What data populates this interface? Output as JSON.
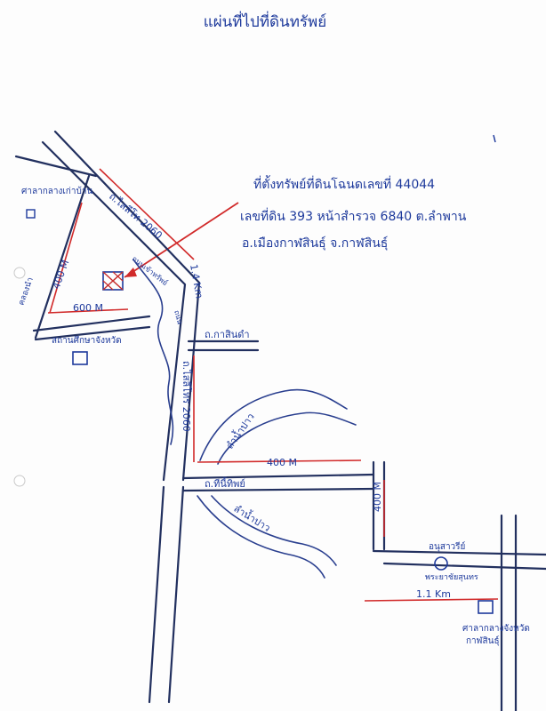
{
  "title": "แผ่นที่ไปที่ดินทรัพย์",
  "property": {
    "line1": "ที่ตั้งทรัพย์ที่ดินโฉนดเลขที่ 44044",
    "line2": "เลขที่ดิน 393 หน้าสำรวจ 6840 ต.ลำพาน",
    "line3": "อ.เมืองกาฬสินธุ์ จ.กาฬสินธุ์"
  },
  "roads": {
    "main_north": "ถ.ไสลีโท 2060",
    "main_south": "ถ.ไสลีโทร 2060",
    "kasin": "ถ.กาสินดำ",
    "thini": "ถ.ทีนี้ทิพย์",
    "small_road": "ถนน",
    "site_road": "ถนนเข้าทรัพย์"
  },
  "distances": {
    "d_north": "1.4 Km",
    "d_left_vert": "400 M",
    "d_left_horiz": "600 M",
    "d_mid": "400 M",
    "d_right_vert": "400 M",
    "d_bottom": "1.1 Km"
  },
  "places": {
    "salaklang_left": "ศาลากลางเก่าบ้าน",
    "school": "สถานศึกษาจังหวัด",
    "monument": "อนุสาวรีย์",
    "monument_name": "พระยาชัยสุนทร",
    "salaklang": "ศาลากลางจังหวัด",
    "salaklang_city": "กาฬสินธุ์"
  },
  "rivers": {
    "canal": "คลองนำ",
    "river_pao": "ลำน้ำปาว",
    "river_south": "ลำน้ำปาว"
  },
  "colors": {
    "ink": "#1e3a9c",
    "road": "#22305f",
    "measure": "#d12a2a"
  }
}
